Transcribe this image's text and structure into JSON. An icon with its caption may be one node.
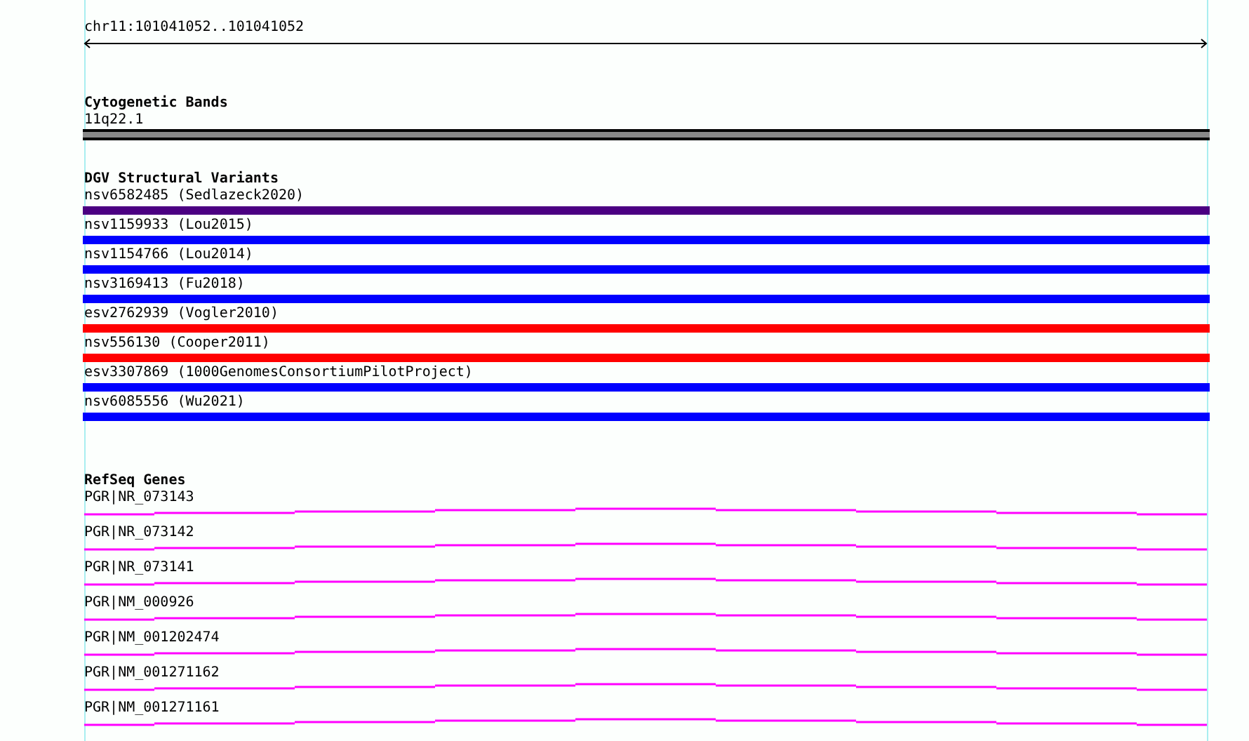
{
  "diagram": {
    "nodes": [
      {
        "text": [
          "11q22.1"
        ]
      },
      {
        "text": [
          "nsv6582485 (Sedlazeck2020)"
        ]
      },
      {
        "text": [
          "nsv1159933 (Lou2015)"
        ]
      },
      {
        "text": [
          "nsv1154766 (Lou2014)"
        ]
      },
      {
        "text": [
          "nsv3169413 (Fu2018)"
        ]
      },
      {
        "text": [
          "esv2762939 (Vogler2010)"
        ]
      },
      {
        "text": [
          "nsv556130 (Cooper2011)"
        ]
      },
      {
        "text": [
          "esv3307869 (1000GenomesConsortiumPilotProject)"
        ]
      },
      {
        "text": [
          "nsv6085556 (Wu2021)"
        ]
      },
      {
        "text": [
          "PGR|NR_073143"
        ]
      },
      {
        "text": [
          "PGR|NR_073142"
        ]
      },
      {
        "text": [
          "PGR|NR_073141"
        ]
      },
      {
        "text": [
          "PGR|NM_000926"
        ]
      },
      {
        "text": [
          "PGR|NM_001202474"
        ]
      },
      {
        "text": [
          "PGR|NM_001271162"
        ]
      },
      {
        "text": [
          "PGR|NM_001271161"
        ]
      }
    ],
    "labels": [
      "chr11:101041052..101041052",
      "Cytogenetic Bands",
      "DGV Structural Variants",
      "RefSeq Genes"
    ]
  }
}
